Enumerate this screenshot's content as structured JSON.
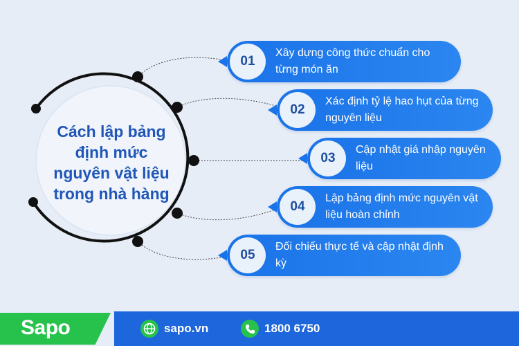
{
  "center": {
    "title": "Cách lập bảng định mức nguyên vật liệu trong nhà hàng"
  },
  "steps": [
    {
      "number": "01",
      "text": "Xây dựng công thức chuẩn cho từng món ăn"
    },
    {
      "number": "02",
      "text": "Xác định tỷ lệ hao hụt của từng nguyên liệu"
    },
    {
      "number": "03",
      "text": "Cập nhật giá nhập nguyên liệu"
    },
    {
      "number": "04",
      "text": "Lập bảng định mức nguyên vật liệu hoàn chỉnh"
    },
    {
      "number": "05",
      "text": "Đối chiếu thực tế và cập nhật định kỳ"
    }
  ],
  "footer": {
    "logo": "Sapo",
    "website": "sapo.vn",
    "website_icon": "globe-icon",
    "phone": "1800 6750",
    "phone_icon": "phone-icon"
  },
  "colors": {
    "background": "#e6edf7",
    "accent_blue": "#1a73e8",
    "title_blue": "#1f56b8",
    "brand_green": "#27c24c",
    "footer_blue": "#1d66db"
  }
}
